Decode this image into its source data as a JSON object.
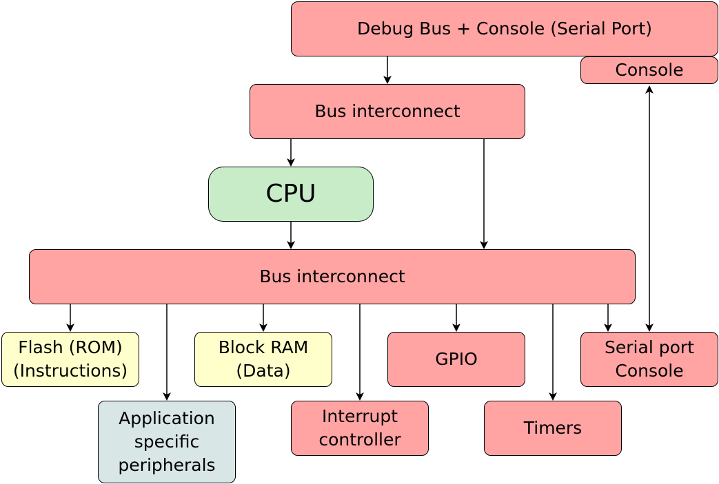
{
  "nodes": {
    "debug_bus": "Debug Bus + Console (Serial Port)",
    "console": "Console",
    "bus_top": "Bus interconnect",
    "cpu": "CPU",
    "bus_main": "Bus interconnect",
    "flash": "Flash (ROM)\n(Instructions)",
    "block_ram": "Block RAM\n(Data)",
    "gpio": "GPIO",
    "serial_console": "Serial port\nConsole",
    "app_peripherals": "Application\nspecific\nperipherals",
    "interrupt_controller": "Interrupt\ncontroller",
    "timers": "Timers"
  },
  "colors": {
    "red": "#ffa3a3",
    "green": "#c8ecc8",
    "yellow": "#ffffcc",
    "grey": "#d8e6e6",
    "line": "#000000"
  }
}
